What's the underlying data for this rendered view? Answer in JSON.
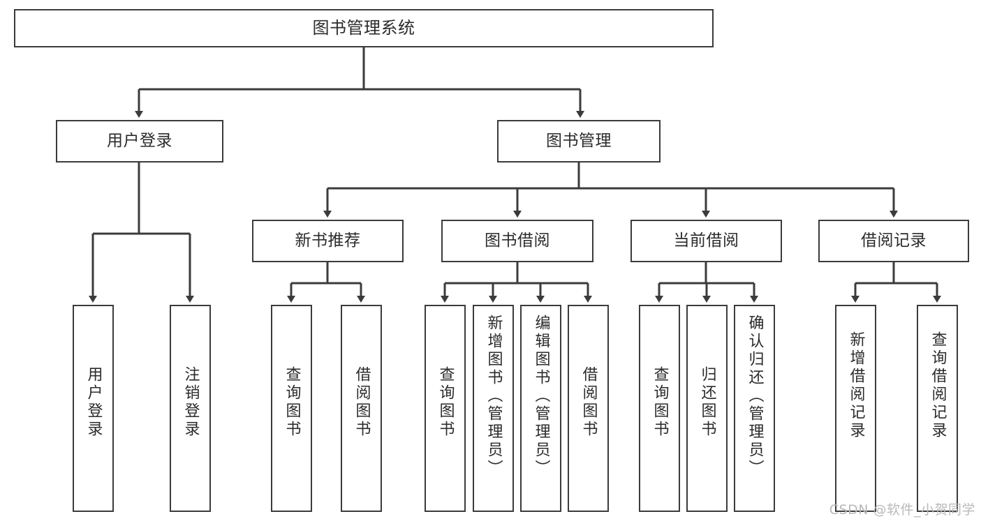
{
  "diagram": {
    "title": "图书管理系统",
    "type": "tree",
    "root": {
      "label": "图书管理系统"
    },
    "level2": [
      {
        "id": "user-login",
        "label": "用户登录"
      },
      {
        "id": "book-manage",
        "label": "图书管理"
      }
    ],
    "level3": [
      {
        "id": "new-book-recommend",
        "label": "新书推荐"
      },
      {
        "id": "book-borrow",
        "label": "图书借阅"
      },
      {
        "id": "current-borrow",
        "label": "当前借阅"
      },
      {
        "id": "borrow-record",
        "label": "借阅记录"
      }
    ],
    "leaves": {
      "user_login": [
        {
          "id": "leaf-user-login",
          "label": "用户登录"
        },
        {
          "id": "leaf-user-logout",
          "label": "注销登录"
        }
      ],
      "new_book_recommend": [
        {
          "id": "leaf-query-book-1",
          "label": "查询图书"
        },
        {
          "id": "leaf-borrow-book-1",
          "label": "借阅图书"
        }
      ],
      "book_borrow": [
        {
          "id": "leaf-query-book-2",
          "label": "查询图书"
        },
        {
          "id": "leaf-add-book",
          "label": "新增图书（管理员）"
        },
        {
          "id": "leaf-edit-book",
          "label": "编辑图书（管理员）"
        },
        {
          "id": "leaf-borrow-book-2",
          "label": "借阅图书"
        }
      ],
      "current_borrow": [
        {
          "id": "leaf-query-book-3",
          "label": "查询图书"
        },
        {
          "id": "leaf-return-book",
          "label": "归还图书"
        },
        {
          "id": "leaf-confirm-return",
          "label": "确认归还（管理员）"
        }
      ],
      "borrow_record": [
        {
          "id": "leaf-add-record",
          "label": "新增借阅记录"
        },
        {
          "id": "leaf-query-record",
          "label": "查询借阅记录"
        }
      ]
    },
    "colors": {
      "stroke": "#3b3b3b",
      "fill": "#ffffff",
      "text": "#2b2b2b",
      "watermark": "#b9b9b9"
    }
  },
  "watermark": {
    "text": "CSDN @软件_小贺同学"
  }
}
